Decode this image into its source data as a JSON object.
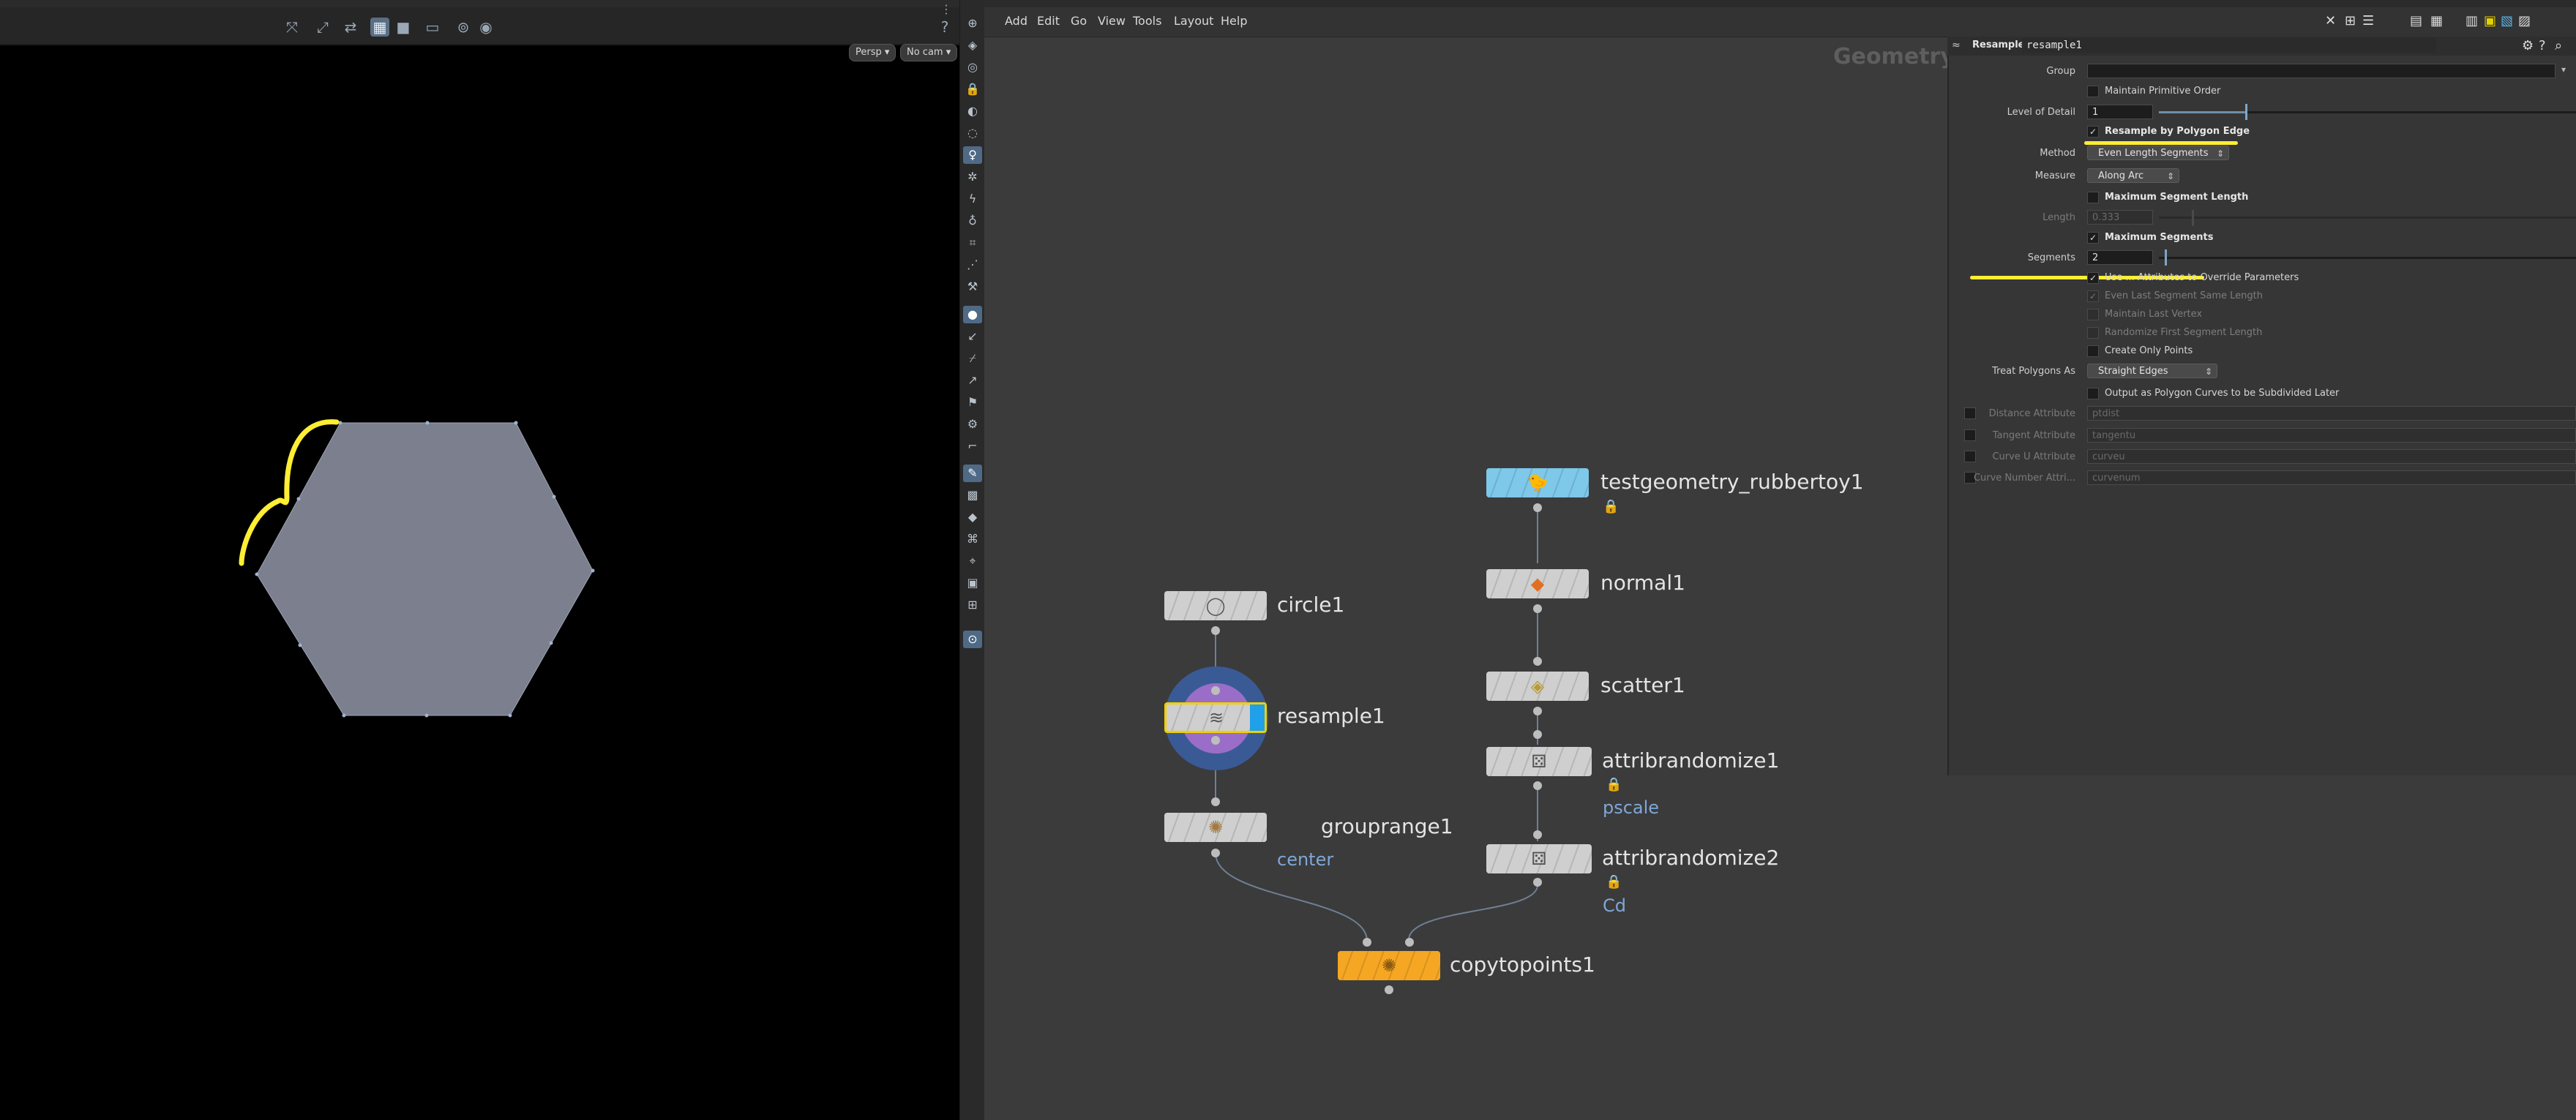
{
  "viewport": {
    "toolbar_icons": [
      "select-icon",
      "transform-icon",
      "pose-icon",
      "view-handle-icon",
      "display-icon",
      "snapshot-icon",
      "render-icon",
      "camera-icon",
      "help-icon"
    ],
    "persp_label": "Persp ▾",
    "camera_label": "No cam ▾",
    "shape": "hexagon",
    "shape_color": "#7b7f8e",
    "annotation_color": "#ffee33"
  },
  "shelf_icons": [
    "visibility-icon",
    "selection-icon",
    "lock-icon",
    "ghost-icon",
    "display-options-icon",
    "light-icon",
    "light-bulb-icon",
    "point-icon",
    "curve-icon",
    "snapping-icon",
    "handle-icon",
    "wire-icon",
    "brush-icon",
    "measure-icon",
    "number-icon",
    "paint-icon",
    "knife-icon",
    "edge-icon",
    "grid-icon",
    "mask-icon",
    "geometry-icon",
    "pin-icon",
    "box-icon",
    "camera-icon",
    "settings-icon"
  ],
  "menubar": {
    "items": [
      "Add",
      "Edit",
      "Go",
      "View",
      "Tools",
      "Layout",
      "Help"
    ]
  },
  "network": {
    "context_label": "Geometry",
    "nodes": {
      "circle": {
        "name": "circle1"
      },
      "resample": {
        "name": "resample1"
      },
      "grouprange": {
        "name": "grouprange1",
        "sub": "center"
      },
      "rubbertoy": {
        "name": "testgeometry_rubbertoy1"
      },
      "normal": {
        "name": "normal1"
      },
      "scatter": {
        "name": "scatter1"
      },
      "attribrandomize1": {
        "name": "attribrandomize1",
        "sub": "pscale"
      },
      "attribrandomize2": {
        "name": "attribrandomize2",
        "sub": "Cd"
      },
      "copytopoints": {
        "name": "copytopoints1"
      }
    }
  },
  "params": {
    "node_type": "Resample",
    "node_name": "resample1",
    "group_label": "Group",
    "group_value": "",
    "maintain_primitive_order": "Maintain Primitive Order",
    "level_of_detail_label": "Level of Detail",
    "level_of_detail_value": "1",
    "level_of_detail_slider": 0.1,
    "resample_by_polygon_edge": "Resample by Polygon Edge",
    "method_label": "Method",
    "method_value": "Even Length Segments",
    "measure_label": "Measure",
    "measure_value": "Along Arc",
    "maximum_segment_length": "Maximum Segment Length",
    "length_label": "Length",
    "length_value": "0.333",
    "maximum_segments": "Maximum Segments",
    "segments_label": "Segments",
    "segments_value": "2",
    "segments_slider": 0.02,
    "use_attributes": "Use ... Attributes to Override Parameters",
    "even_last_segment": "Even Last Segment Same Length",
    "maintain_last_vertex": "Maintain Last Vertex",
    "randomize_first_segment": "Randomize First Segment Length",
    "create_only_points": "Create Only Points",
    "treat_polygons_label": "Treat Polygons As",
    "treat_polygons_value": "Straight Edges",
    "output_polygon_curves": "Output as Polygon Curves to be Subdivided Later",
    "distance_attr_label": "Distance Attribute",
    "distance_attr_value": "ptdist",
    "tangent_attr_label": "Tangent Attribute",
    "tangent_attr_value": "tangentu",
    "curve_u_attr_label": "Curve U Attribute",
    "curve_u_attr_value": "curveu",
    "curve_number_attr_label": "Curve Number Attri...",
    "curve_number_attr_value": "curvenum"
  },
  "colors": {
    "node_selected_outline": "#f0d000",
    "output_node": "#f5a623",
    "rubbertoy_node": "#7ec8ea",
    "subtext_blue": "#7fa7d8",
    "highlight_yellow": "#ffee33"
  }
}
